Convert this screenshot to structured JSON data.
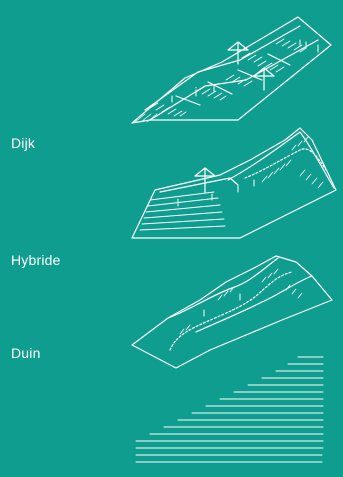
{
  "labels": {
    "dijk": "Dijk",
    "hybride": "Hybride",
    "duin": "Duin"
  },
  "colors": {
    "background": "#0f9d8f",
    "line": "#ffffff"
  },
  "icons": [
    "parasol-icon",
    "person-icon",
    "tree-icon",
    "stairs-icon",
    "path-icon",
    "water-icon"
  ]
}
